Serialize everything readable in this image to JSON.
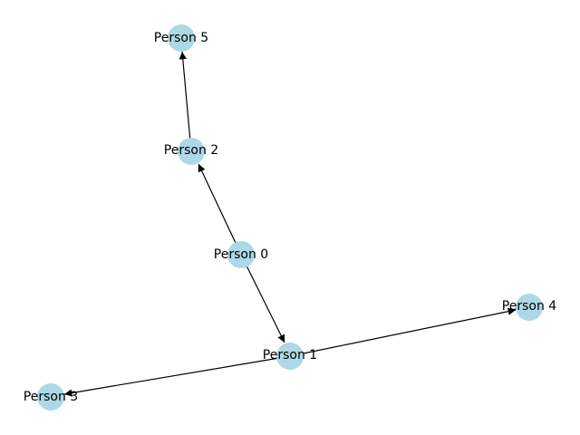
{
  "graph": {
    "directed": true,
    "node_color": "#add8e6",
    "edge_color": "#000000",
    "label_color": "#000000",
    "nodes": [
      {
        "id": "n0",
        "label": "Person 0"
      },
      {
        "id": "n1",
        "label": "Person 1"
      },
      {
        "id": "n2",
        "label": "Person 2"
      },
      {
        "id": "n3",
        "label": "Person 3"
      },
      {
        "id": "n4",
        "label": "Person 4"
      },
      {
        "id": "n5",
        "label": "Person 5"
      }
    ],
    "edges": [
      {
        "from": "Person 0",
        "to": "Person 2"
      },
      {
        "from": "Person 0",
        "to": "Person 1"
      },
      {
        "from": "Person 2",
        "to": "Person 5"
      },
      {
        "from": "Person 1",
        "to": "Person 3"
      },
      {
        "from": "Person 1",
        "to": "Person 4"
      }
    ]
  }
}
